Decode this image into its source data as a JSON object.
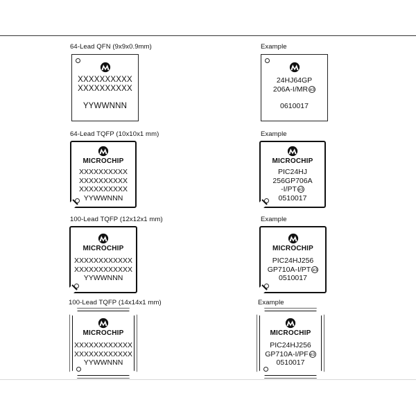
{
  "packages": [
    {
      "caption": "64-Lead QFN (9x9x0.9mm)",
      "lines": [
        "XXXXXXXXXX",
        "XXXXXXXXXX"
      ],
      "datecode": "YYWWNNN",
      "example_caption": "Example",
      "example_lines": [
        "24HJ64GP",
        "206A-I/MR"
      ],
      "example_datecode": "0610017"
    },
    {
      "caption": "64-Lead TQFP (10x10x1 mm)",
      "brand": "MICROCHIP",
      "lines": [
        "XXXXXXXXXX",
        "XXXXXXXXXX",
        "XXXXXXXXXX"
      ],
      "datecode": "YYWWNNN",
      "example_caption": "Example",
      "example_brand": "MICROCHIP",
      "example_lines": [
        "PIC24HJ",
        "256GP706A",
        "-I/PT"
      ],
      "example_datecode": "0510017"
    },
    {
      "caption": "100-Lead TQFP (12x12x1 mm)",
      "brand": "MICROCHIP",
      "lines": [
        "XXXXXXXXXXXX",
        "XXXXXXXXXXXX"
      ],
      "datecode": "YYWWNNN",
      "example_caption": "Example",
      "example_brand": "MICROCHIP",
      "example_lines": [
        "PIC24HJ256",
        "GP710A-I/PT"
      ],
      "example_datecode": "0510017"
    },
    {
      "caption": "100-Lead TQFP (14x14x1 mm)",
      "brand": "MICROCHIP",
      "lines": [
        "XXXXXXXXXXXX",
        "XXXXXXXXXXXX"
      ],
      "datecode": "YYWWNNN",
      "example_caption": "Example",
      "example_brand": "MICROCHIP",
      "example_lines": [
        "PIC24HJ256",
        "GP710A-I/PF"
      ],
      "example_datecode": "0510017"
    }
  ],
  "e3_symbol": "e3",
  "icons": {
    "logo": "microchip-logo-icon",
    "pin1": "pin1-marker-icon",
    "e3": "e3-pb-free-icon"
  }
}
